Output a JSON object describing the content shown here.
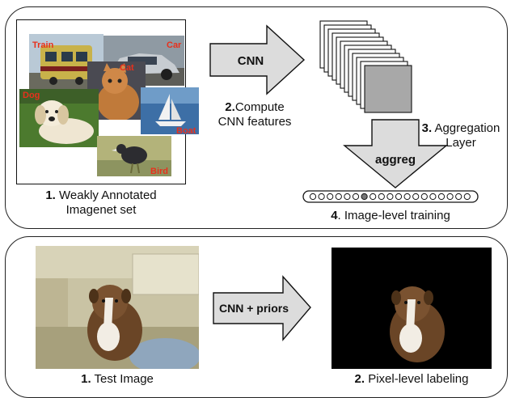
{
  "top_panel": {
    "dataset_images": [
      {
        "label": "Train"
      },
      {
        "label": "Car"
      },
      {
        "label": "Cat"
      },
      {
        "label": "Dog"
      },
      {
        "label": "Boat"
      },
      {
        "label": "Bird"
      }
    ],
    "step1": {
      "number": "1.",
      "line1": " Weakly Annotated",
      "line2": "Imagenet set"
    },
    "cnn_arrow_label": "CNN",
    "step2": {
      "number": "2.",
      "line1": "Compute",
      "line2": "CNN features"
    },
    "aggreg_arrow_label": "aggreg",
    "step3": {
      "number": "3.",
      "line1": " Aggregation",
      "line2": "Layer"
    },
    "step4": {
      "number": "4",
      "text": ". Image-level training"
    }
  },
  "bottom_panel": {
    "arrow_label": "CNN + priors",
    "step1": {
      "number": "1.",
      "text": " Test Image"
    },
    "step2": {
      "number": "2.",
      "text": " Pixel-level labeling"
    }
  },
  "colors": {
    "label_red": "#e8301c",
    "arrow_fill": "#dcdcdc",
    "feature_map_fill": "#a8a8a8",
    "border": "#222222"
  }
}
